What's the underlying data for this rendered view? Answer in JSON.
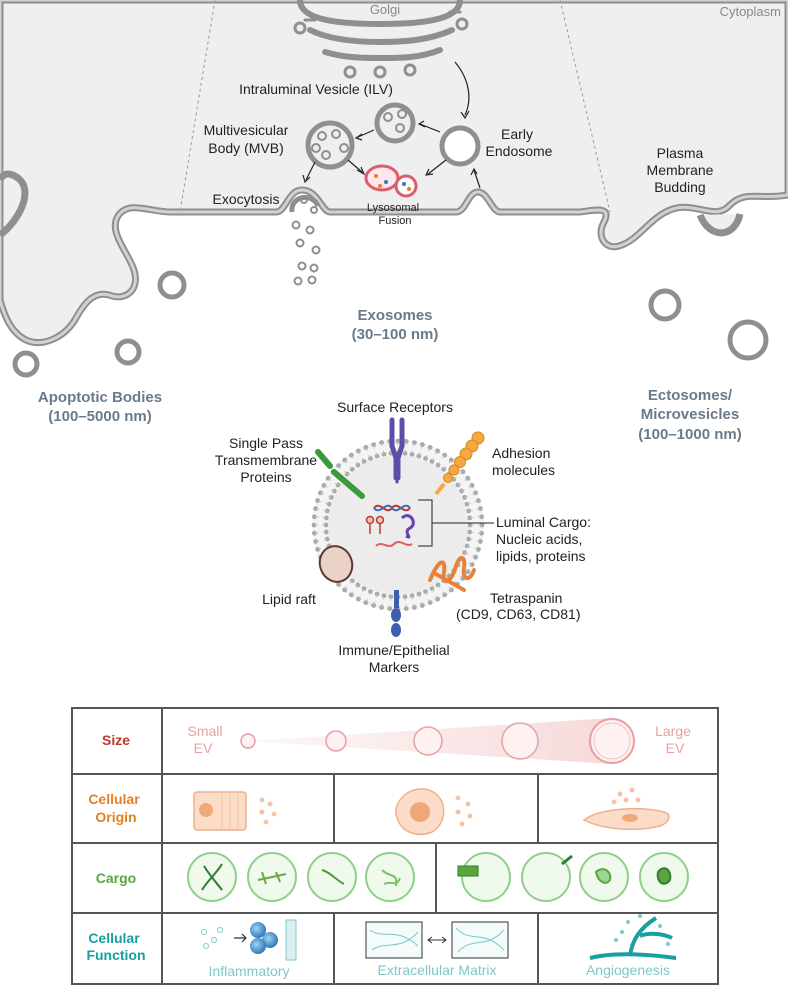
{
  "cell": {
    "golgi": "Golgi",
    "cytoplasm": "Cytoplasm",
    "ilv": "Intraluminal Vesicle (ILV)",
    "mvb": [
      "Multivesicular",
      "Body (MVB)"
    ],
    "early_endosome": [
      "Early",
      "Endosome"
    ],
    "lysosomal_fusion": [
      "Lysosomal",
      "Fusion"
    ],
    "exocytosis": "Exocytosis",
    "plasma_membrane_budding": [
      "Plasma",
      "Membrane",
      "Budding"
    ]
  },
  "ev_types": {
    "exosomes": [
      "Exosomes",
      "(30–100 nm)"
    ],
    "apoptotic_bodies": [
      "Apoptotic Bodies",
      "(100–5000 nm)"
    ],
    "ectosomes": [
      "Ectosomes/",
      "Microvesicles",
      "(100–1000 nm)"
    ]
  },
  "exosome_structure": {
    "surface_receptors": "Surface Receptors",
    "single_pass": [
      "Single Pass",
      "Transmembrane",
      "Proteins"
    ],
    "adhesion": [
      "Adhesion",
      "molecules"
    ],
    "luminal_cargo": [
      "Luminal Cargo:",
      "Nucleic acids,",
      "lipids, proteins"
    ],
    "lipid_raft": "Lipid raft",
    "tetraspanin": [
      "Tetraspanin",
      "(CD9, CD63, CD81)"
    ],
    "immune_markers": [
      "Immune/Epithelial",
      "Markers"
    ]
  },
  "table": {
    "rows": [
      {
        "label": [
          "Size"
        ],
        "color": "#c0392b"
      },
      {
        "label": [
          "Cellular",
          "Origin"
        ],
        "color": "#e67e22"
      },
      {
        "label": [
          "Cargo"
        ],
        "color": "#5ba63a"
      },
      {
        "label": [
          "Cellular",
          "Function"
        ],
        "color": "#16a0a0"
      }
    ],
    "size_small": [
      "Small",
      "EV"
    ],
    "size_large": [
      "Large",
      "EV"
    ],
    "functions": [
      "Inflammatory",
      "Extracellular Matrix",
      "Angiogenesis"
    ]
  },
  "colors": {
    "membrane": "#8c8c8c",
    "cytoplasm_fill": "#efefef",
    "ev_label": "#6b7a88",
    "size_pink": "#e8a0a0",
    "origin_orange": "#f0b08a",
    "cargo_green": "#8fcf8a",
    "function_teal": "#7ec8c8"
  }
}
